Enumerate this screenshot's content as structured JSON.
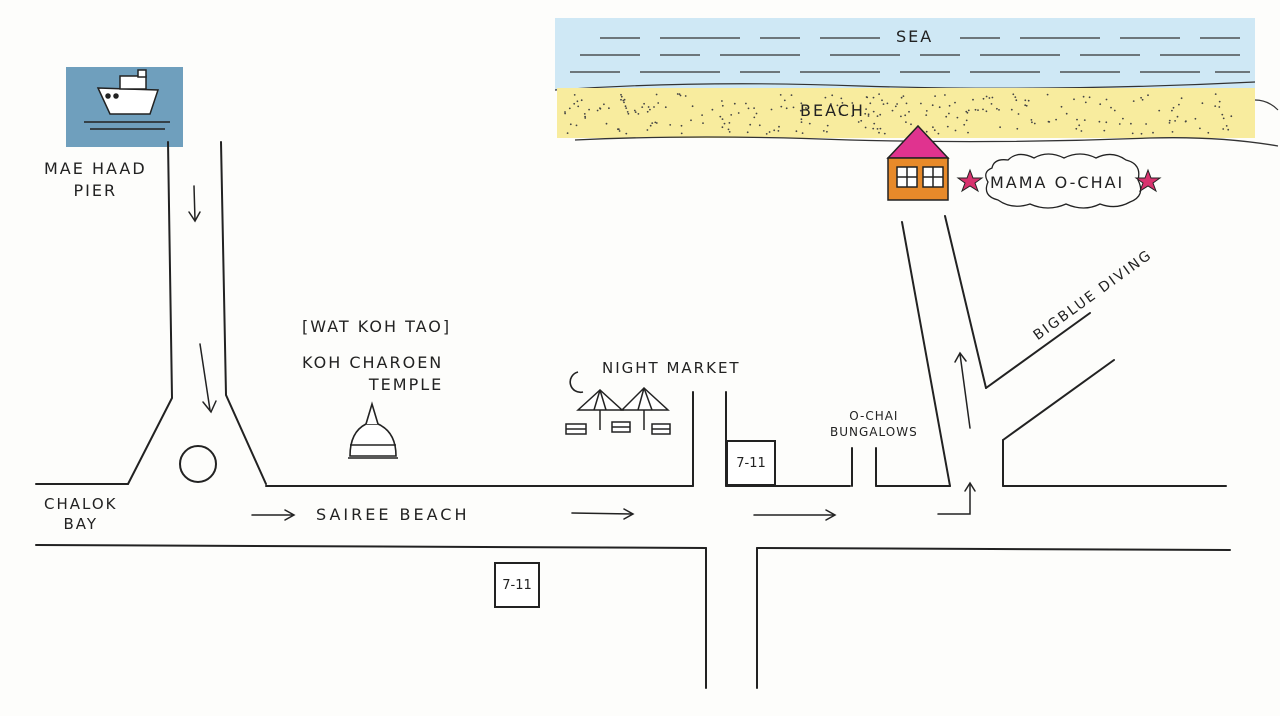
{
  "colors": {
    "sea": "#cfe8f5",
    "sand": "#f8ec9e",
    "pier_box": "#6f9fbd",
    "roof": "#e0338f",
    "house": "#e88a2a",
    "star": "#d8336e",
    "ink": "#222222"
  },
  "labels": {
    "sea": "SEA",
    "beach": "BEACH",
    "pier": "MAE HAAD\nPIER",
    "mama": "MAMA O-CHAI",
    "wat": "[WAT KOH TAO]",
    "temple": "KOH CHAROEN\nTEMPLE",
    "night_market": "NIGHT MARKET",
    "ochai": "O-CHAI\nBUNGALOWS",
    "bigblue": "BIGBLUE DIVING",
    "chalok": "CHALOK\nBAY",
    "sairee": "SAIREE BEACH",
    "seven_eleven_top": "7-11",
    "seven_eleven_bottom": "7-11"
  },
  "icons": [
    "ferry-icon",
    "house-icon",
    "star-icon",
    "temple-icon",
    "moon-icon",
    "umbrella-icon",
    "arrow-icon"
  ]
}
